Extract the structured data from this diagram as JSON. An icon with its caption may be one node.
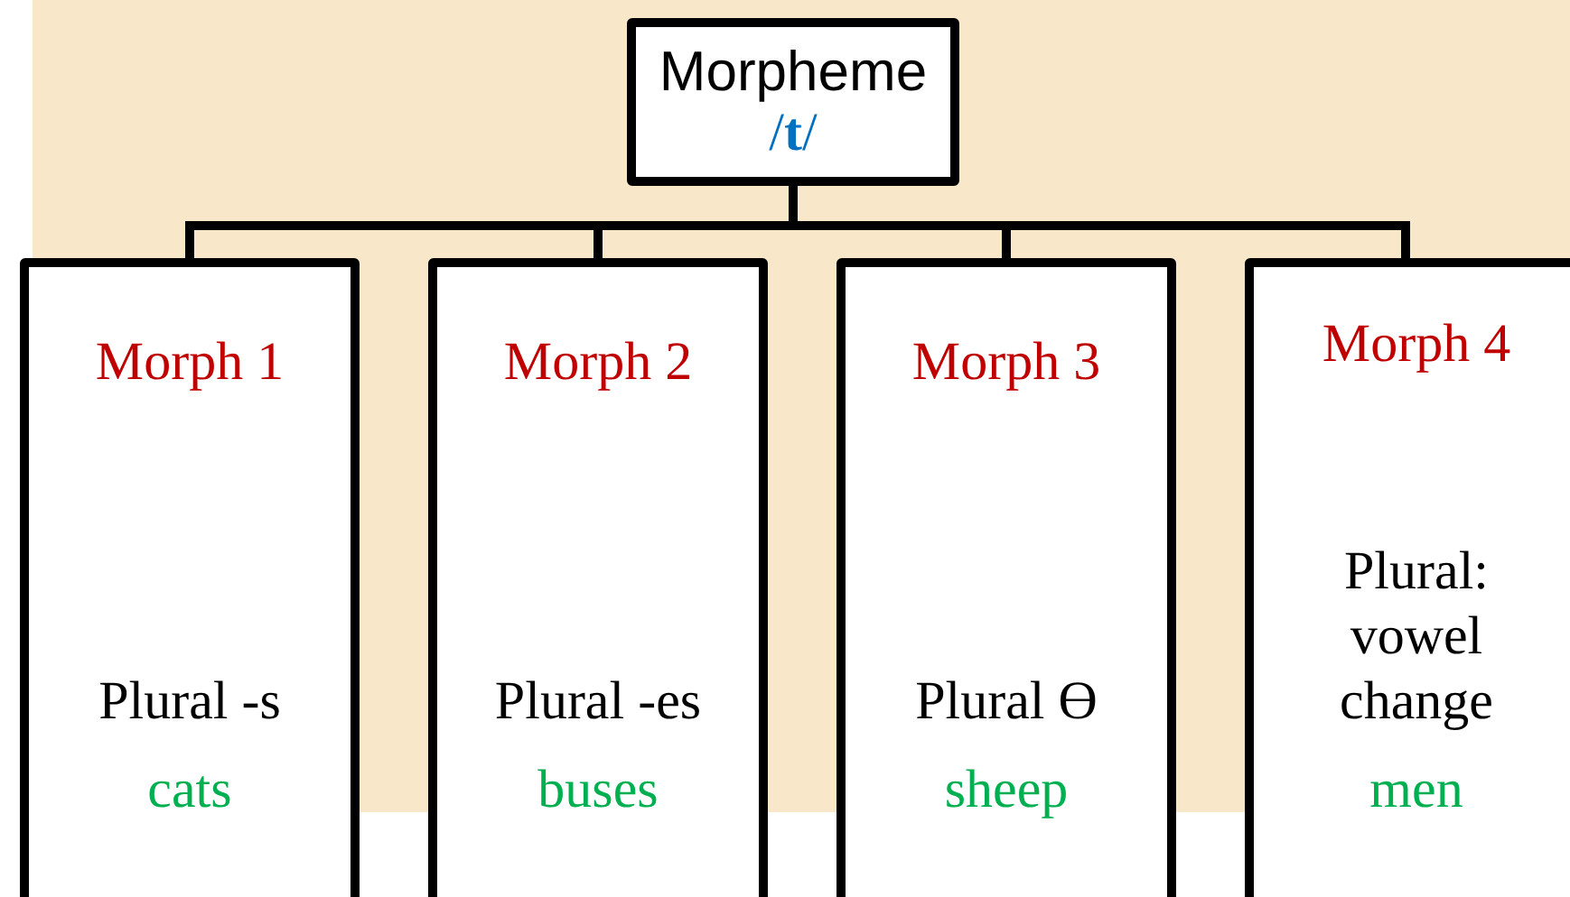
{
  "diagram": {
    "nodes": [
      {
        "text": [
          "Morpheme",
          "/**t**/"
        ]
      },
      {
        "text": [
          "Morph 1",
          "Plural -s",
          "cats"
        ]
      },
      {
        "text": [
          "Morph 2",
          "Plural -es",
          "buses"
        ]
      },
      {
        "text": [
          "Morph 3",
          "Plural Ɵ",
          "sheep"
        ]
      },
      {
        "text": [
          "Morph 4",
          "Plural: vowel change",
          "men"
        ]
      }
    ],
    "edges": [
      {
        "from": 0,
        "to": 1,
        "arrow": "none"
      },
      {
        "from": 0,
        "to": 2,
        "arrow": "none"
      },
      {
        "from": 0,
        "to": 3,
        "arrow": "none"
      },
      {
        "from": 0,
        "to": 4,
        "arrow": "none"
      }
    ]
  }
}
